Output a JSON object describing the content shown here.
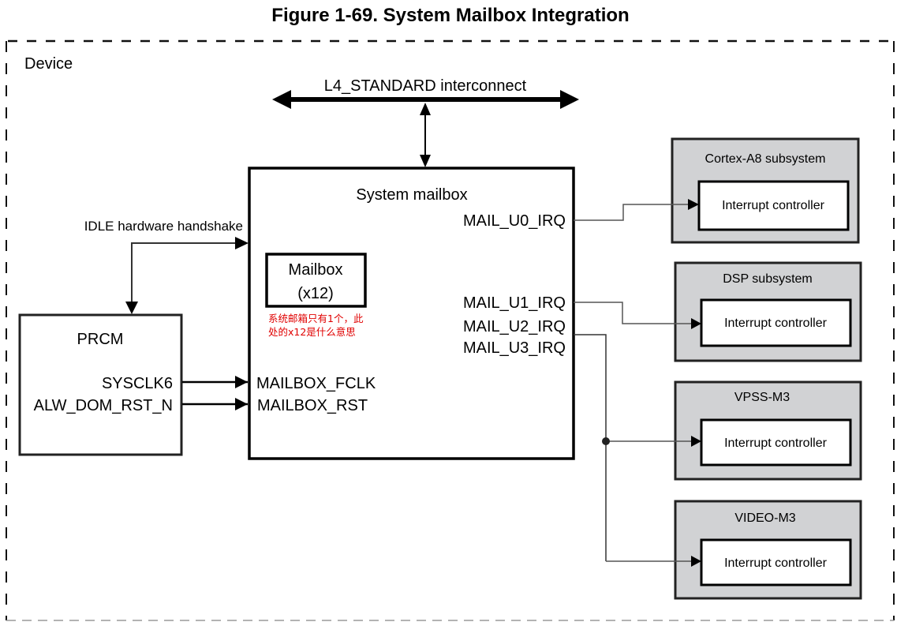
{
  "figure": {
    "title": "Figure 1-69. System Mailbox Integration",
    "container_label": "Device"
  },
  "interconnect": {
    "label": "L4_STANDARD interconnect"
  },
  "system_mailbox": {
    "title": "System mailbox",
    "inner_block": {
      "line1": "Mailbox",
      "line2": "(x12)"
    },
    "inputs": [
      "MAILBOX_FCLK",
      "MAILBOX_RST"
    ],
    "outputs": [
      "MAIL_U0_IRQ",
      "MAIL_U1_IRQ",
      "MAIL_U2_IRQ",
      "MAIL_U3_IRQ"
    ]
  },
  "annotation": {
    "line1": "系统邮箱只有1个，此",
    "line2": "处的x12是什么意思",
    "color": "#e00000"
  },
  "prcm": {
    "title": "PRCM",
    "signals": [
      "SYSCLK6",
      "ALW_DOM_RST_N"
    ]
  },
  "idle_handshake": {
    "label": "IDLE hardware handshake"
  },
  "subsystems": [
    {
      "name": "Cortex-A8 subsystem",
      "inner": "Interrupt controller"
    },
    {
      "name": "DSP subsystem",
      "inner": "Interrupt controller"
    },
    {
      "name": "VPSS-M3",
      "inner": "Interrupt controller"
    },
    {
      "name": "VIDEO-M3",
      "inner": "Interrupt controller"
    }
  ],
  "colors": {
    "subsystem_fill": "#d1d2d4",
    "line": "#000000",
    "annotation": "#e00000"
  }
}
